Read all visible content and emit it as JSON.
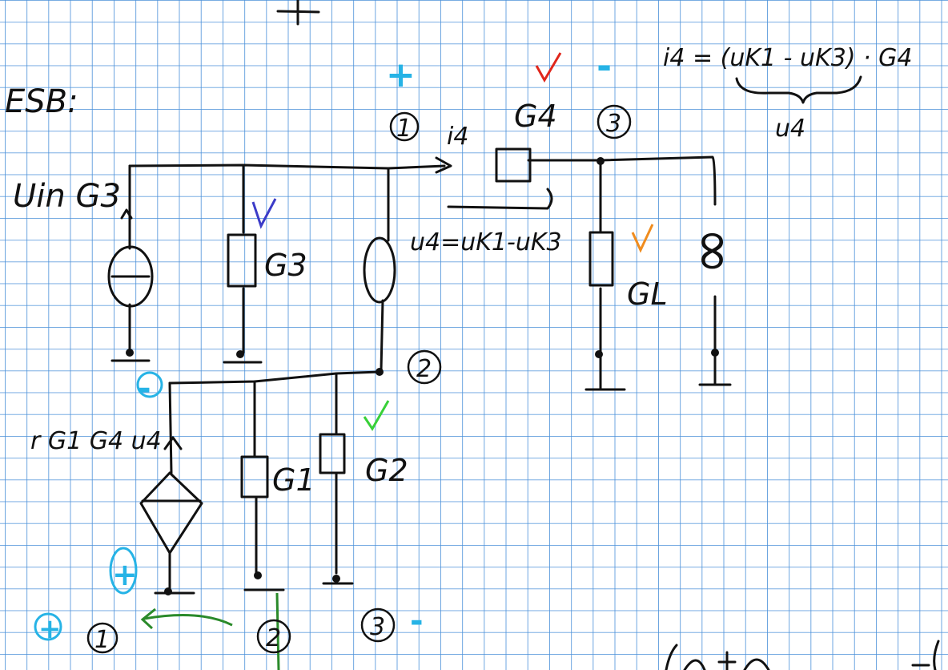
{
  "heading": "ESB:",
  "equation": {
    "lhs": "i4 = (uK1 - uK3) · G4",
    "brace_label": "u4"
  },
  "source_label": "Uin G3",
  "current_label": "i4",
  "voltage_label": "u4=uK1-uK3",
  "components": {
    "g3": "G3",
    "g4": "G4",
    "gl": "GL",
    "g1": "G1",
    "g2": "G2",
    "dep_source": "r G1 G4 u4",
    "infinity": "∞"
  },
  "nodes": {
    "n1": "1",
    "n2": "2",
    "n3": "3"
  },
  "bottom_labels": [
    "1",
    "2",
    "3"
  ],
  "polarity": {
    "plus": "+",
    "minus": "-"
  },
  "colors": {
    "grid": "#4a90d9",
    "check_red": "#e0261b",
    "check_blue": "#3c3cc8",
    "check_orange": "#f08c1e",
    "check_green": "#38d038",
    "cyan": "#26b3e6",
    "green_arrow": "#2a8a2a"
  }
}
